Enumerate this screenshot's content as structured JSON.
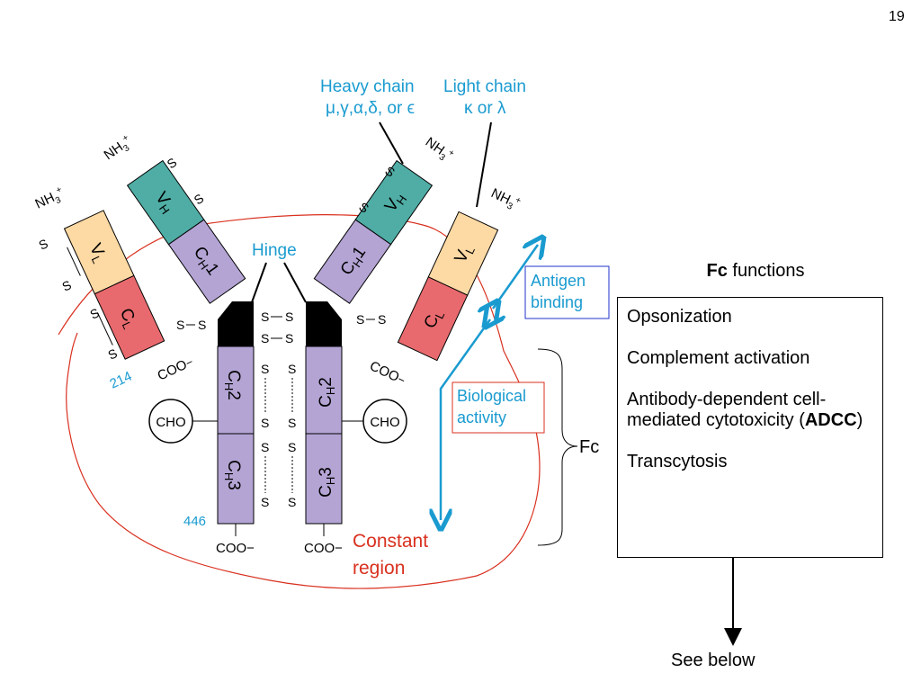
{
  "page_number": "19",
  "heavy_chain": {
    "title": "Heavy chain",
    "types": "μ,γ,α,δ, or ϵ"
  },
  "light_chain": {
    "title": "Light chain",
    "types": "κ or λ"
  },
  "hinge": "Hinge",
  "antigen_binding": "Antigen binding",
  "biological_activity": "Biological activity",
  "constant_region": "Constant region",
  "fc_brace_label": "Fc",
  "terminals": {
    "amino": "NH3+",
    "carboxyl": "COO−"
  },
  "residue_numbers": {
    "light": "214",
    "heavy": "446"
  },
  "carbohydrate": "CHO",
  "disulfide": "S",
  "domains": {
    "vl": "VL",
    "cl": "CL",
    "vh": "VH",
    "ch1": "CH1",
    "ch2": "CH2",
    "ch3": "CH3"
  },
  "fc_functions": {
    "title_bold": "Fc",
    "title_rest": " functions",
    "items": [
      "Opsonization",
      "Complement activation",
      "Antibody-dependent cell-mediated cytotoxicity (ADCC)",
      "Transcytosis"
    ],
    "adcc_prefix": "Antibody-dependent cell-mediated cytotoxicity (",
    "adcc_bold": "ADCC",
    "adcc_suffix": ")"
  },
  "see_below": "See below",
  "colors": {
    "vl": "#fdd9a4",
    "cl": "#e86a6e",
    "vh": "#4fada5",
    "ch": "#b4a4d4",
    "hinge_block": "#000000",
    "accent_blue": "#1a9bd0",
    "annotation_red": "#d9301f"
  }
}
